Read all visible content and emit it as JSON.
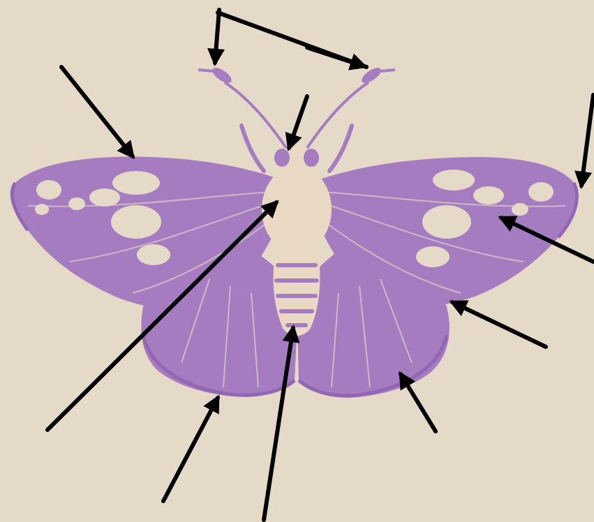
{
  "diagram": {
    "subject": "butterfly-illustration",
    "colors": {
      "background": "#e5d9c8",
      "wing": "#a67cc0",
      "wing_dark": "#9366b3",
      "body": "#e8d8c4",
      "arrow": "#000000"
    },
    "parts": [
      {
        "id": "antennae",
        "icon": "antenna-icon"
      },
      {
        "id": "head",
        "icon": "head-icon"
      },
      {
        "id": "thorax",
        "icon": "thorax-icon"
      },
      {
        "id": "abdomen",
        "icon": "abdomen-icon"
      },
      {
        "id": "forewing-left",
        "icon": "wing-icon"
      },
      {
        "id": "forewing-right",
        "icon": "wing-icon"
      },
      {
        "id": "hindwing-left",
        "icon": "wing-icon"
      },
      {
        "id": "hindwing-right",
        "icon": "wing-icon"
      }
    ],
    "arrows": [
      {
        "id": "arrow-antennae-bracket",
        "target": "antennae"
      },
      {
        "id": "arrow-head",
        "target": "head"
      },
      {
        "id": "arrow-left-forewing-edge",
        "target": "forewing-left"
      },
      {
        "id": "arrow-right-forewing-tip",
        "target": "forewing-right"
      },
      {
        "id": "arrow-right-forewing-spots",
        "target": "forewing-right"
      },
      {
        "id": "arrow-right-hindwing-edge",
        "target": "hindwing-right"
      },
      {
        "id": "arrow-right-hindwing-margin",
        "target": "hindwing-right"
      },
      {
        "id": "arrow-thorax",
        "target": "thorax"
      },
      {
        "id": "arrow-left-hindwing-margin",
        "target": "hindwing-left"
      },
      {
        "id": "arrow-abdomen",
        "target": "abdomen"
      }
    ]
  }
}
